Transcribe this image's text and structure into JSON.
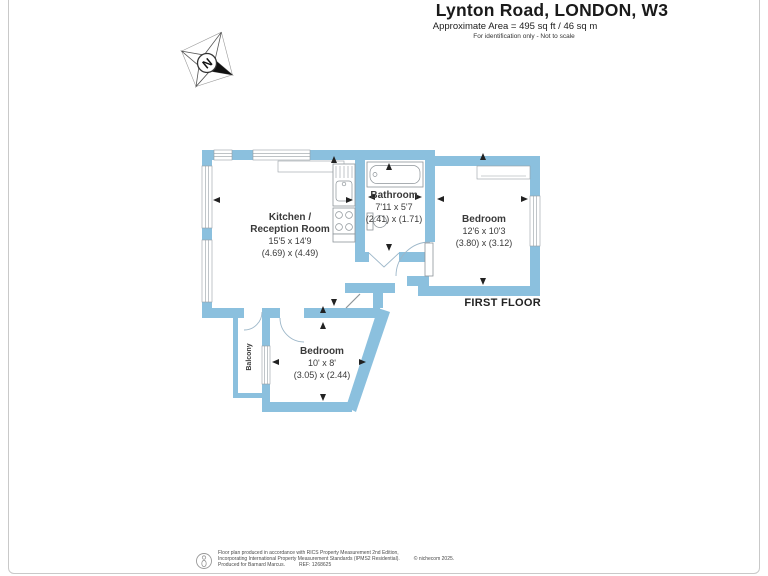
{
  "header": {
    "title": "Lynton Road, LONDON, W3",
    "area": "Approximate Area = 495 sq ft / 46 sq m",
    "note": "For identification only - Not to scale"
  },
  "compass": {
    "label": "N"
  },
  "floor_label": "FIRST FLOOR",
  "rooms": {
    "kitchen": {
      "name_line1": "Kitchen /",
      "name_line2": "Reception Room",
      "dims_ft": "15'5 x 14'9",
      "dims_m": "(4.69) x (4.49)"
    },
    "bathroom": {
      "name": "Bathroom",
      "dims_ft": "7'11 x 5'7",
      "dims_m": "(2.41) x (1.71)"
    },
    "bedroom_1": {
      "name": "Bedroom",
      "dims_ft": "12'6 x 10'3",
      "dims_m": "(3.80) x (3.12)"
    },
    "bedroom_2": {
      "name": "Bedroom",
      "dims_ft": "10' x 8'",
      "dims_m": "(3.05) x (2.44)"
    },
    "balcony": {
      "name": "Balcony"
    }
  },
  "footer": {
    "line1": "Floor plan produced in accordance with RICS Property Measurement 2nd Edition,",
    "line2": "Incorporating International Property Measurement Standards (IPMS2 Residential).",
    "copyright": "© nichecom 2025.",
    "line3": "Produced for Barnard Marcus.",
    "ref": "REF: 1268625"
  },
  "colors": {
    "wall": "#8bc0de",
    "dim_text": "#3a3a3a"
  }
}
